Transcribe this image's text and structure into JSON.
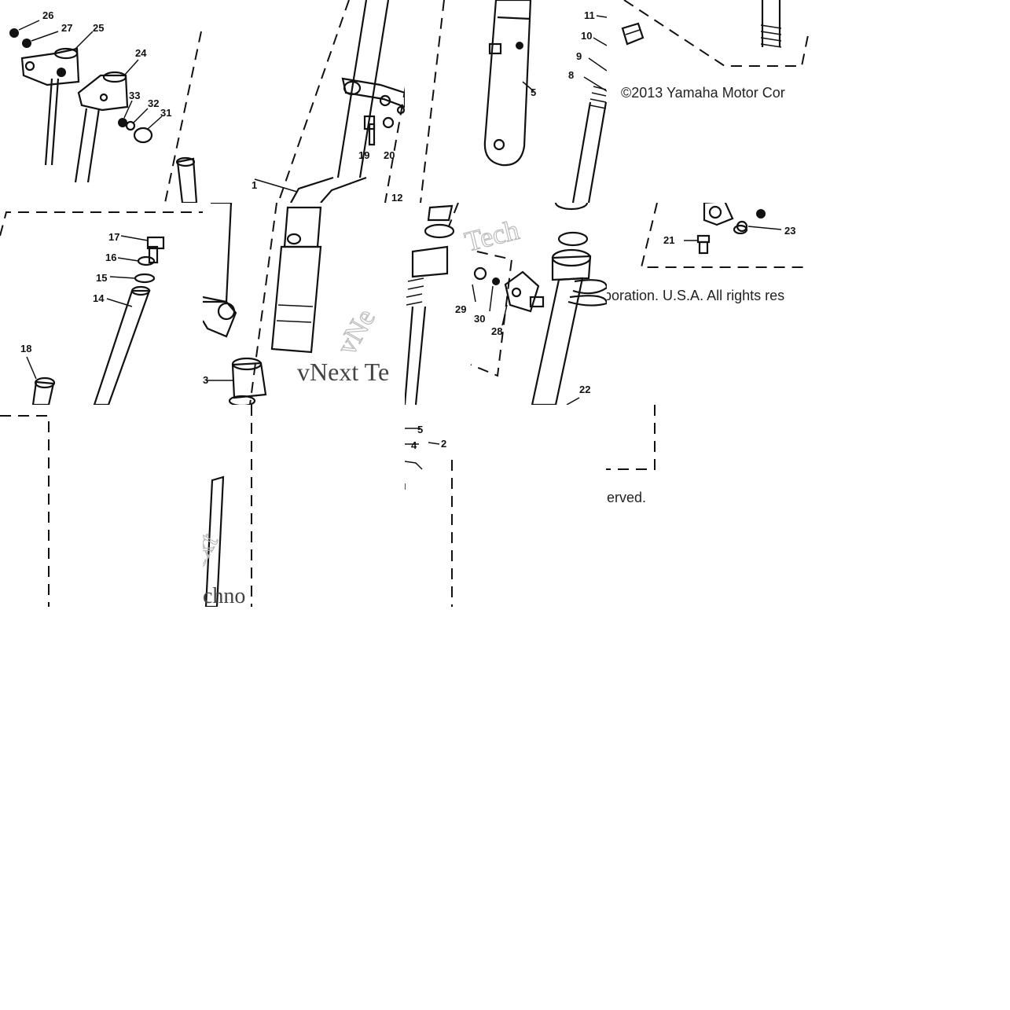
{
  "copyright": {
    "line1": "©2013 Yamaha Motor Cor",
    "line2": "poration. U.S.A. All rights res",
    "line3": "erved."
  },
  "watermark": {
    "main": "vNext Te",
    "fragments": [
      "Tech",
      "ext",
      "chno"
    ]
  },
  "callouts": {
    "t1": [
      "26",
      "27",
      "25",
      "24",
      "33",
      "32",
      "31"
    ],
    "t2": [
      "19",
      "20",
      "12"
    ],
    "t3": [
      "5",
      "11",
      "10",
      "9",
      "8"
    ],
    "t4": [
      "17",
      "16",
      "15",
      "14",
      "18"
    ],
    "t5": [
      "3"
    ],
    "t6": [
      "29",
      "30",
      "28",
      "22"
    ],
    "t7": [
      "21",
      "23"
    ],
    "t8": [
      "5",
      "4",
      "2"
    ]
  }
}
